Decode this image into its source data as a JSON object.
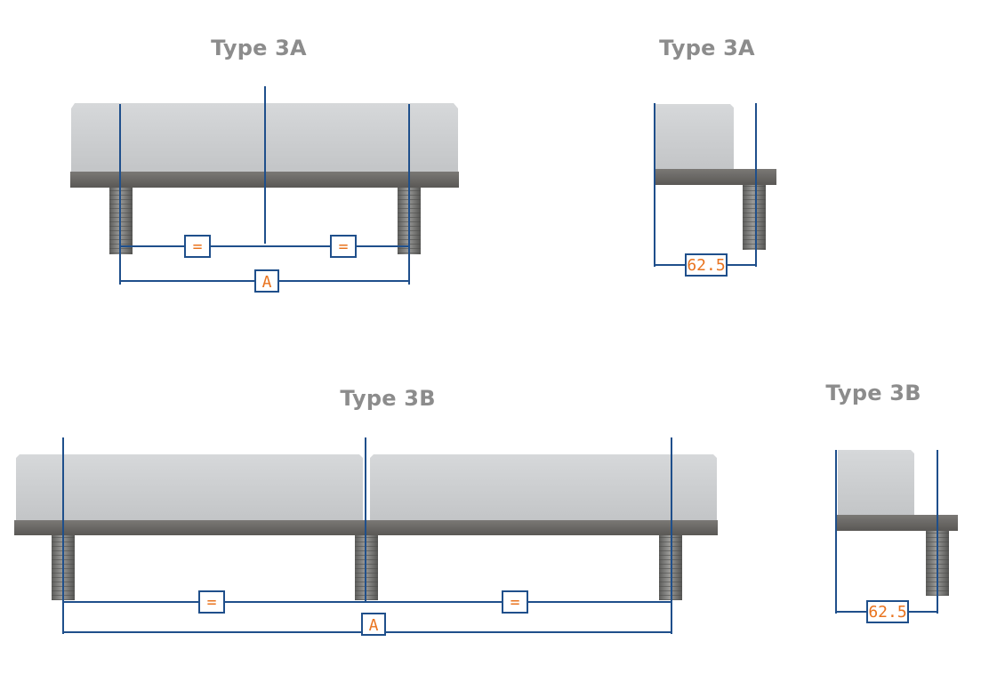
{
  "views": {
    "type3a_front": {
      "title": "Type 3A",
      "label_equal": "=",
      "label_a": "A"
    },
    "type3a_side": {
      "title": "Type 3A",
      "dimension": "62.5"
    },
    "type3b_front": {
      "title": "Type 3B",
      "label_equal": "=",
      "label_a": "A"
    },
    "type3b_side": {
      "title": "Type 3B",
      "dimension": "62.5"
    }
  },
  "colors": {
    "title": "#8c8c8c",
    "dimension_line": "#1f4f8b",
    "label_text": "#e9731e",
    "top_block": "#cdcfd1",
    "base_plate": "#6d6b68",
    "stud": "#8a8a88"
  }
}
